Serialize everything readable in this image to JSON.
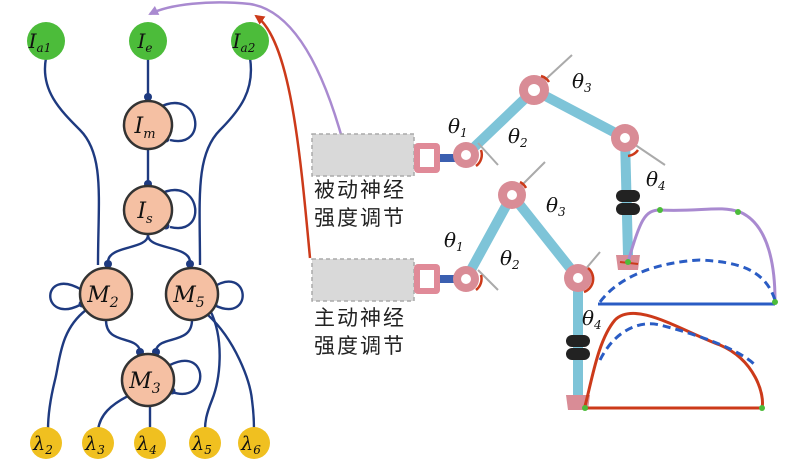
{
  "neural_circuit": {
    "inputs": [
      {
        "id": "Ia1",
        "main": "I",
        "sub": "a1"
      },
      {
        "id": "Ie",
        "main": "I",
        "sub": "e"
      },
      {
        "id": "Ia2",
        "main": "I",
        "sub": "a2"
      }
    ],
    "interneurons": [
      {
        "id": "Im",
        "main": "I",
        "sub": "m"
      },
      {
        "id": "Is",
        "main": "I",
        "sub": "s"
      }
    ],
    "motor_neurons": [
      {
        "id": "M2",
        "main": "M",
        "sub": "2"
      },
      {
        "id": "M5",
        "main": "M",
        "sub": "5"
      },
      {
        "id": "M3",
        "main": "M",
        "sub": "3"
      }
    ],
    "outputs": [
      {
        "id": "l2",
        "main": "λ",
        "sub": "2"
      },
      {
        "id": "l3",
        "main": "λ",
        "sub": "3"
      },
      {
        "id": "l4",
        "main": "λ",
        "sub": "4"
      },
      {
        "id": "l5",
        "main": "λ",
        "sub": "5"
      },
      {
        "id": "l6",
        "main": "λ",
        "sub": "6"
      }
    ]
  },
  "legs": {
    "passive_label_line1": "被动神经",
    "passive_label_line2": "强度调节",
    "active_label_line1": "主动神经",
    "active_label_line2": "强度调节",
    "angles": {
      "t1": "1",
      "t2": "2",
      "t3": "3",
      "t4": "4",
      "symbol": "θ"
    }
  },
  "colors": {
    "green_node": "#4cbc3a",
    "pink_node": "#f5c0a3",
    "yellow_node": "#f0c020",
    "blue_line": "#1e3a80",
    "leg_blue": "#7ec4d8",
    "joint_pink": "#d98c96",
    "purple": "#a98ad0",
    "red": "#cc3a1a",
    "dashed_blue": "#2a5cc4"
  }
}
